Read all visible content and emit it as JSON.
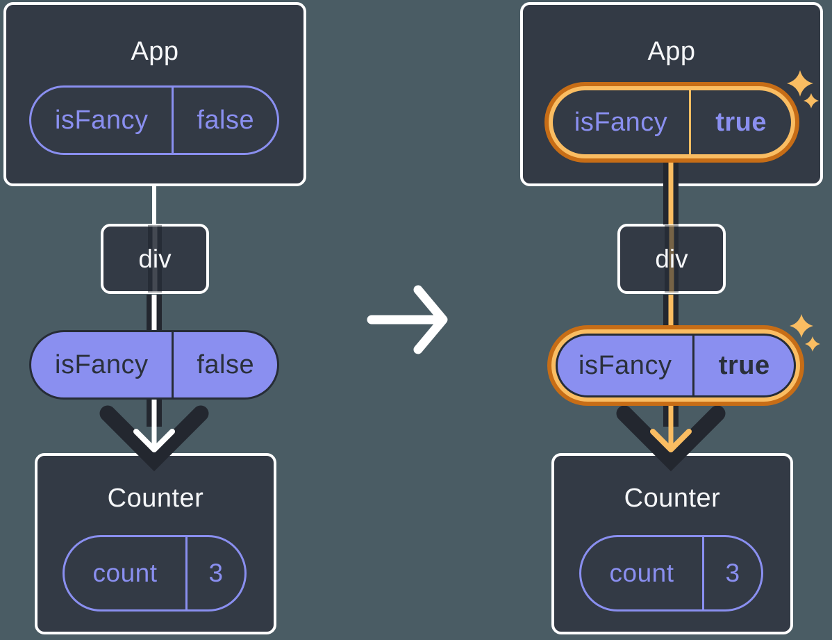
{
  "diagram": {
    "before": {
      "app": {
        "title": "App",
        "prop": {
          "name": "isFancy",
          "value": "false"
        }
      },
      "container": {
        "title": "div"
      },
      "passed_prop": {
        "name": "isFancy",
        "value": "false"
      },
      "counter": {
        "title": "Counter",
        "state": {
          "name": "count",
          "value": "3"
        }
      }
    },
    "after": {
      "app": {
        "title": "App",
        "prop": {
          "name": "isFancy",
          "value": "true"
        }
      },
      "container": {
        "title": "div"
      },
      "passed_prop": {
        "name": "isFancy",
        "value": "true"
      },
      "counter": {
        "title": "Counter",
        "state": {
          "name": "count",
          "value": "3"
        }
      }
    },
    "colors": {
      "background": "#4A5C64",
      "node_fill": "#333A45",
      "node_border": "#FFFFFF",
      "purple": "#8A8FF0",
      "dark_arrow": "#23272F",
      "highlight_light": "#FABD62",
      "highlight_dark": "#C76D16"
    },
    "icons": {
      "transition": "right-arrow",
      "highlight": "sparkles",
      "prop_flow": "down-arrow"
    }
  }
}
